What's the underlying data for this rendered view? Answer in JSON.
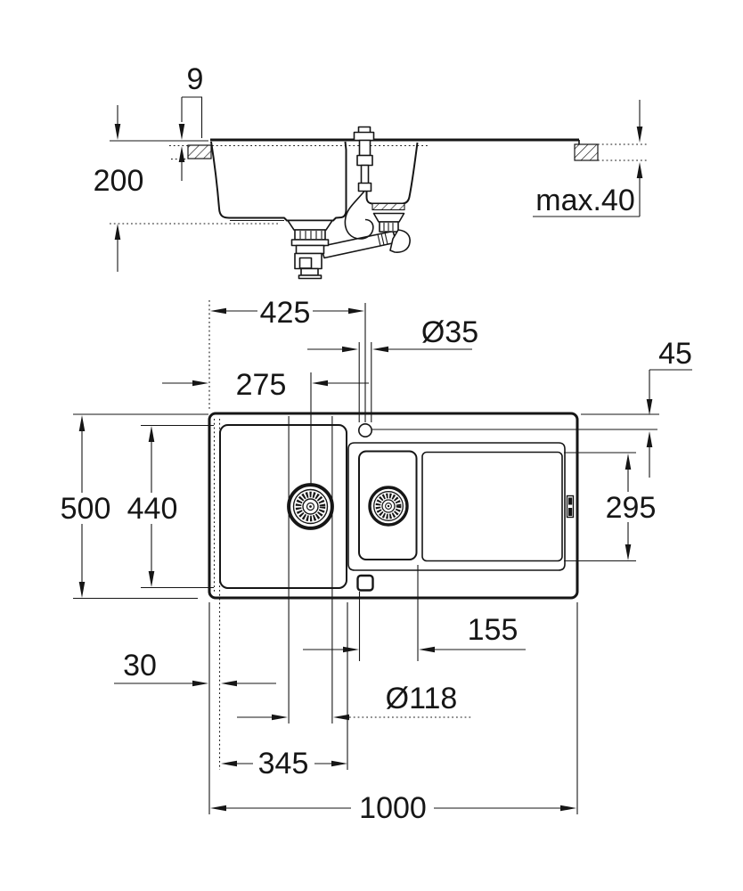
{
  "drawing": {
    "kind": "sink installation dimensional drawing",
    "section_view": {
      "labels": {
        "rim_height": "9",
        "bowl_depth": "200",
        "counter_thickness_max": "max.40"
      }
    },
    "plan_view": {
      "labels": {
        "edge_to_faucet_center": "425",
        "faucet_hole_diameter": "Ø35",
        "rim_inset_right": "45",
        "edge_to_drain_center": "275",
        "overall_depth": "500",
        "bowl_inner_depth": "440",
        "drainboard_depth": "295",
        "small_bowl_width": "155",
        "edge_to_bowl_margin": "30",
        "drain_flange_diameter": "Ø118",
        "main_bowl_width": "345",
        "overall_length": "1000"
      }
    }
  }
}
